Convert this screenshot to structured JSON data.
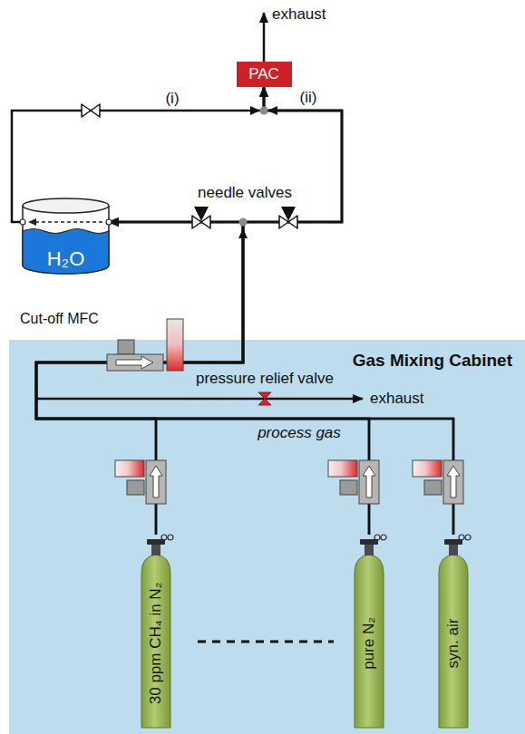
{
  "diagram": {
    "nodes": [
      {
        "text": [
          "Gas Mixing Cabinet"
        ]
      },
      {
        "text": [
          "30 ppm CH₄ in N₂"
        ],
        "in": 0
      },
      {
        "text": [
          "pure N₂"
        ],
        "in": 0
      },
      {
        "text": [
          "syn. air"
        ],
        "in": 0
      },
      {
        "text": [
          "H₂O"
        ]
      },
      {
        "text": [
          "PAC"
        ]
      }
    ],
    "edges": [
      {
        "from": 1,
        "to": 4,
        "arrow": "to"
      },
      {
        "from": 2,
        "to": 4,
        "arrow": "to"
      },
      {
        "from": 3,
        "to": 4,
        "arrow": "to"
      },
      {
        "from": 1,
        "to": 5,
        "arrow": "to"
      },
      {
        "from": 2,
        "to": 5,
        "arrow": "to"
      },
      {
        "from": 3,
        "to": 5,
        "arrow": "to"
      },
      {
        "from": 4,
        "to": 5,
        "arrow": "to"
      }
    ],
    "labels": [
      "exhaust",
      "(i)",
      "(ii)",
      "needle valves",
      "Cut-off MFC",
      "pressure relief valve",
      "exhaust",
      "process gas"
    ]
  }
}
